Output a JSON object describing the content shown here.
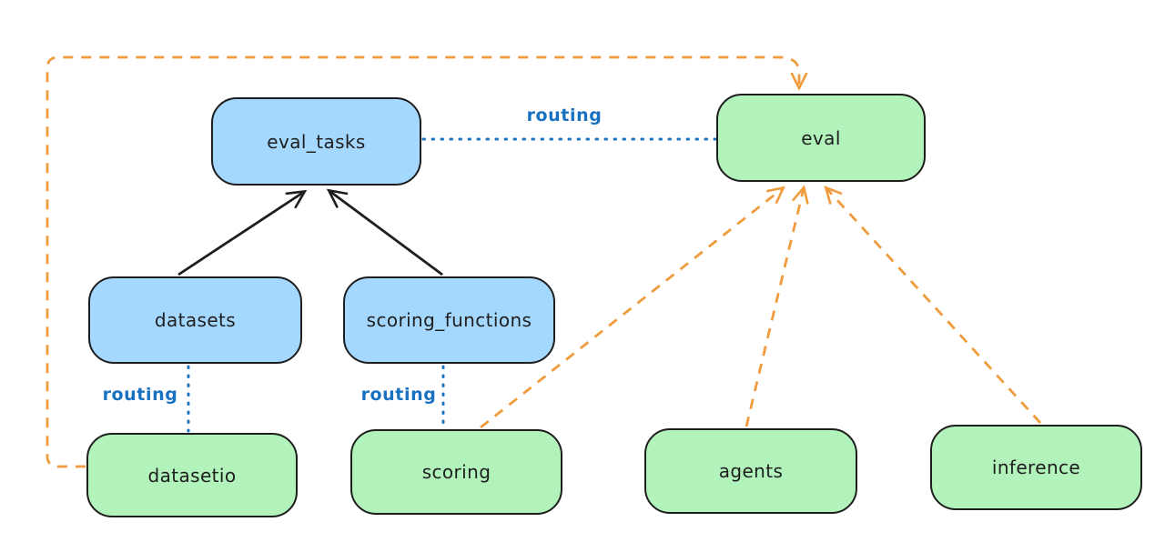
{
  "diagram": {
    "background": "#ffffff",
    "colors": {
      "blue_fill": "#a5d8ff",
      "green_fill": "#b2f2bb",
      "node_stroke": "#1e1e1e",
      "routing_blue": "#1971c2",
      "orange_dashed": "#f09b3c",
      "black_arrow": "#1e1e1e"
    },
    "nodes": [
      {
        "id": "eval_tasks",
        "label": "eval_tasks",
        "fill": "blue"
      },
      {
        "id": "eval",
        "label": "eval",
        "fill": "green"
      },
      {
        "id": "datasets",
        "label": "datasets",
        "fill": "blue"
      },
      {
        "id": "scoring_functions",
        "label": "scoring_functions",
        "fill": "blue"
      },
      {
        "id": "datasetio",
        "label": "datasetio",
        "fill": "green"
      },
      {
        "id": "scoring",
        "label": "scoring",
        "fill": "green"
      },
      {
        "id": "agents",
        "label": "agents",
        "fill": "green"
      },
      {
        "id": "inference",
        "label": "inference",
        "fill": "green"
      }
    ],
    "edges": [
      {
        "from": "datasets",
        "to": "eval_tasks",
        "style": "solid-arrow",
        "color": "#1e1e1e",
        "label": ""
      },
      {
        "from": "scoring_functions",
        "to": "eval_tasks",
        "style": "solid-arrow",
        "color": "#1e1e1e",
        "label": ""
      },
      {
        "from": "eval_tasks",
        "to": "eval",
        "style": "dotted",
        "color": "#1971c2",
        "label": "routing"
      },
      {
        "from": "datasets",
        "to": "datasetio",
        "style": "dotted",
        "color": "#1971c2",
        "label": "routing"
      },
      {
        "from": "scoring_functions",
        "to": "scoring",
        "style": "dotted",
        "color": "#1971c2",
        "label": "routing"
      },
      {
        "from": "datasetio",
        "to": "eval",
        "style": "dashed-arrow",
        "color": "#f09b3c",
        "label": ""
      },
      {
        "from": "scoring",
        "to": "eval",
        "style": "dashed-arrow",
        "color": "#f09b3c",
        "label": ""
      },
      {
        "from": "agents",
        "to": "eval",
        "style": "dashed-arrow",
        "color": "#f09b3c",
        "label": ""
      },
      {
        "from": "inference",
        "to": "eval",
        "style": "dashed-arrow",
        "color": "#f09b3c",
        "label": ""
      }
    ]
  }
}
